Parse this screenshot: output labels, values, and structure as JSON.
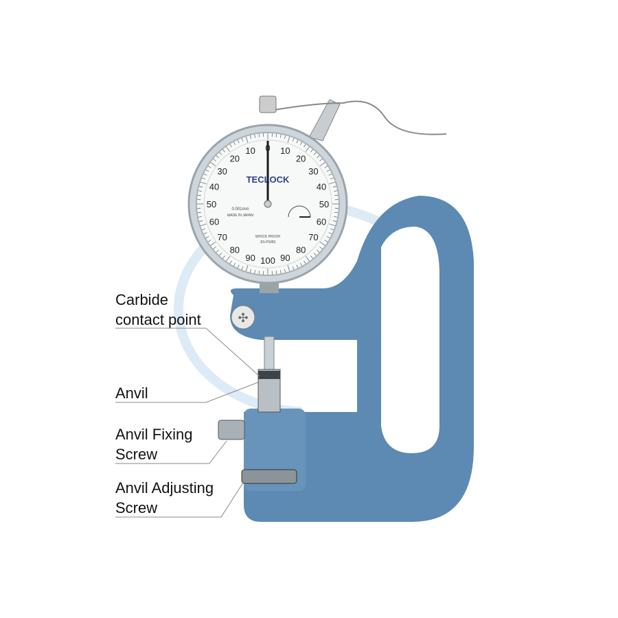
{
  "labels": {
    "carbide_line1": "Carbide",
    "carbide_line2": "contact point",
    "anvil": "Anvil",
    "fixing_line1": "Anvil Fixing",
    "fixing_line2": "Screw",
    "adjusting_line1": "Anvil Adjusting",
    "adjusting_line2": "Screw"
  },
  "dial": {
    "brand": "TECLOCK",
    "resolution": "0.001mm",
    "origin": "MADE IN JAPAN",
    "shock": "SHOCK PROOF",
    "standard": "JIS-PS/B2",
    "scale_labels": [
      "0",
      "10",
      "20",
      "30",
      "40",
      "50",
      "60",
      "70",
      "80",
      "90",
      "100",
      "90",
      "80",
      "70",
      "60",
      "50",
      "40",
      "30",
      "20",
      "10"
    ]
  },
  "watermark": "group",
  "colors": {
    "frame": "#5d8ab3",
    "frame_dark": "#45709a",
    "watermark": "#f2c9c9"
  }
}
